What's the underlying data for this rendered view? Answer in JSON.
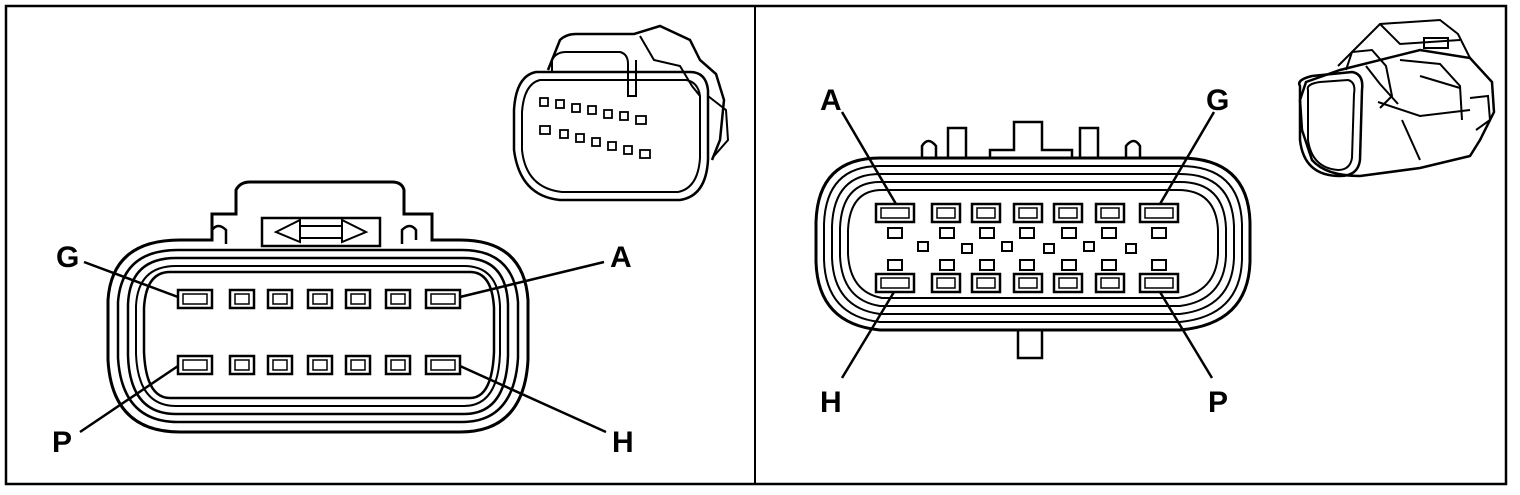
{
  "panels": [
    {
      "id": "female-connector-face",
      "pin_labels": {
        "top_left": "G",
        "top_right": "A",
        "bottom_left": "P",
        "bottom_right": "H"
      },
      "rows": [
        7,
        7
      ]
    },
    {
      "id": "male-connector-face",
      "pin_labels": {
        "top_left": "A",
        "top_right": "G",
        "bottom_left": "H",
        "bottom_right": "P"
      },
      "rows": [
        7,
        7
      ]
    }
  ],
  "colors": {
    "line": "#000000",
    "background": "#ffffff"
  }
}
